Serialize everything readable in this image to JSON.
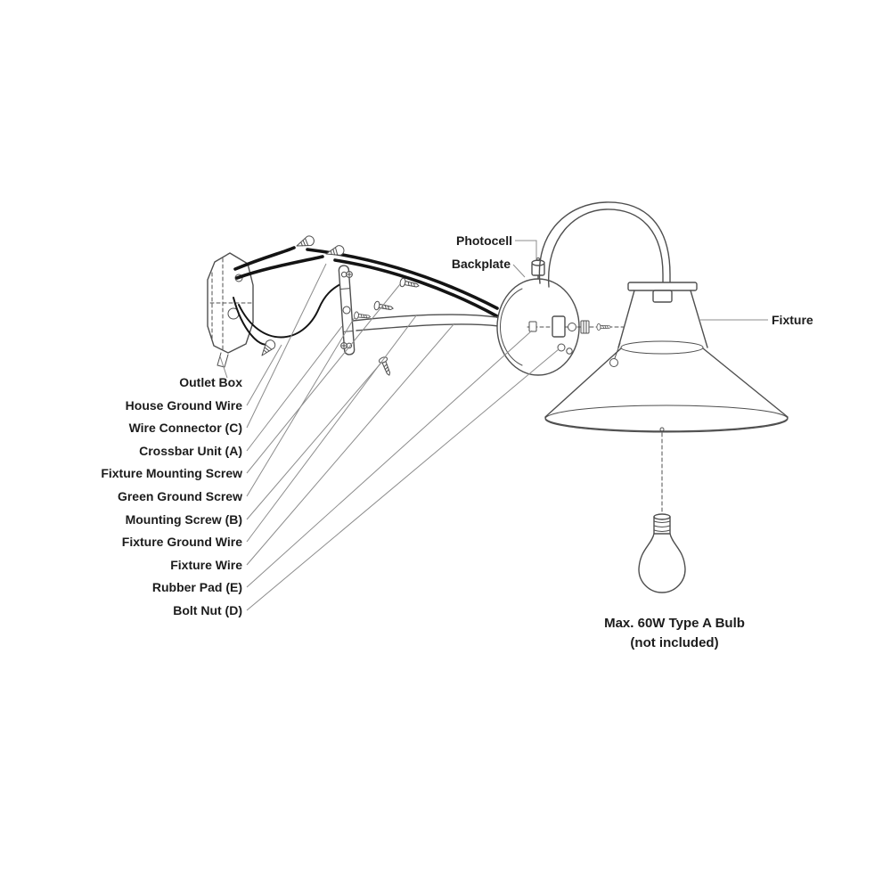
{
  "diagram": {
    "type": "parts-diagram",
    "subject": "Wall lantern installation exploded diagram",
    "colors": {
      "line": "#4f4f4f",
      "wire": "#141414",
      "text": "#1c1c1c",
      "leader": "#8c8c8c",
      "bg": "#ffffff"
    },
    "labels_left": [
      "Outlet Box",
      "House Ground Wire",
      "Wire Connector (C)",
      "Crossbar Unit (A)",
      "Fixture Mounting Screw",
      "Green Ground Screw",
      "Mounting Screw (B)",
      "Fixture Ground Wire",
      "Fixture Wire",
      "Rubber Pad (E)",
      "Bolt Nut (D)"
    ],
    "labels_top": [
      "Photocell",
      "Backplate"
    ],
    "label_right": "Fixture",
    "bulb_note": {
      "line1": "Max. 60W Type A Bulb",
      "line2": "(not included)"
    }
  }
}
